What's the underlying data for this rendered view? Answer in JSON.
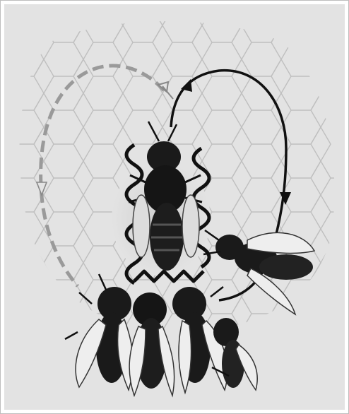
{
  "figure": {
    "subject": "waggle-dance-illustration",
    "colors": {
      "background": "#e3e3e3",
      "frame": "#ffffff",
      "ink": "#111111",
      "comb_lines": "#bfbfbf",
      "dashed_path": "#9a9a9a"
    },
    "elements": [
      {
        "name": "honeycomb-grid",
        "kind": "hexagonal comb cells"
      },
      {
        "name": "dancer-bee",
        "kind": "central bee performing the waggle run"
      },
      {
        "name": "waggle-run-zigzags",
        "kind": "wavy lines around the dancer",
        "count": 5
      },
      {
        "name": "return-loop-left",
        "kind": "dashed arrow",
        "style": "dashed"
      },
      {
        "name": "return-loop-right",
        "kind": "solid arrow",
        "style": "solid"
      },
      {
        "name": "follower-bees",
        "kind": "bees watching the dance",
        "count": 4
      }
    ]
  }
}
